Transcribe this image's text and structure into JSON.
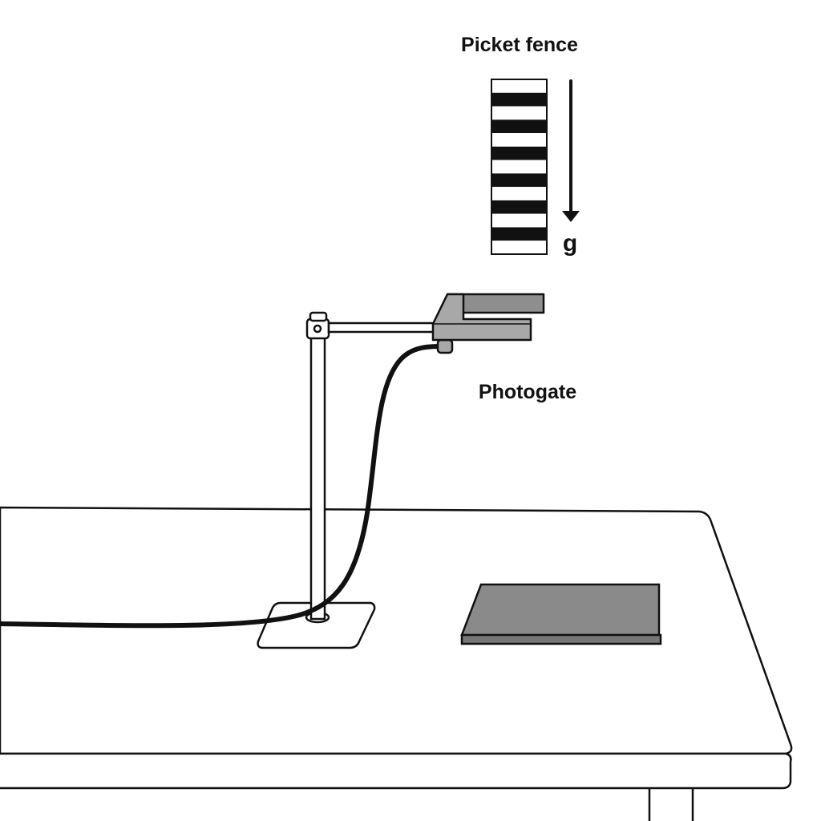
{
  "labels": {
    "picket_fence": "Picket fence",
    "gravity": "g",
    "photogate": "Photogate"
  },
  "picket_fence": {
    "dark_bands": 6,
    "light_bands": 7
  },
  "colors": {
    "ink": "#111111",
    "gate_gray": "#a8a8a8",
    "pad_gray": "#8a8a8a"
  }
}
